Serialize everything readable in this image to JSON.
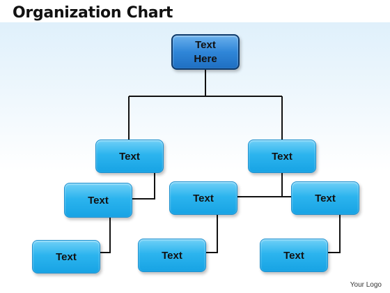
{
  "title": "Organization Chart",
  "logo_text": "Your Logo",
  "nodes": {
    "root": "Text\nHere",
    "left_mid": "Text",
    "right_mid": "Text",
    "left_lvl3": "Text",
    "center_lvl3": "Text",
    "right_lvl3": "Text",
    "left_lvl4": "Text",
    "center_lvl4": "Text",
    "right_lvl4": "Text"
  },
  "colors": {
    "node_fill": "#2cb4ee",
    "root_fill": "#2f86d8",
    "root_border": "#0e3a6b",
    "connector": "#111111"
  }
}
